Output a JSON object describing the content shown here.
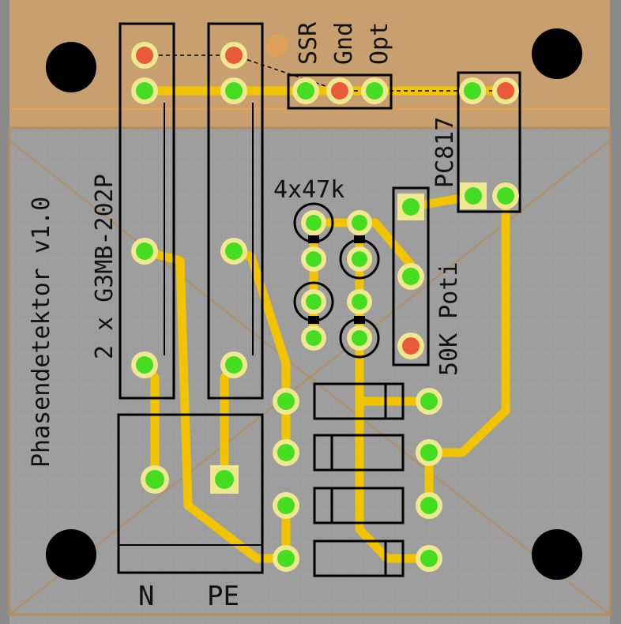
{
  "labels": {
    "relays": "2 x G3MB-202P",
    "title": "Phasendetektor v1.0",
    "resistors": "4x47k",
    "optocoupler": "PC817",
    "poti": "50K Poti",
    "ssr": "SSR",
    "gnd": "Gnd",
    "opt": "Opt",
    "neutral": "N",
    "earth": "PE"
  },
  "colors": {
    "board_top": "#c8a070",
    "board_main": "#9e9e9e",
    "trace": "#f2c400",
    "pad_ring": "#f0e890",
    "pad_green": "#44dd22",
    "pad_red": "#e85a3a",
    "silkscreen": "#111111",
    "mount_hole": "#000000"
  }
}
